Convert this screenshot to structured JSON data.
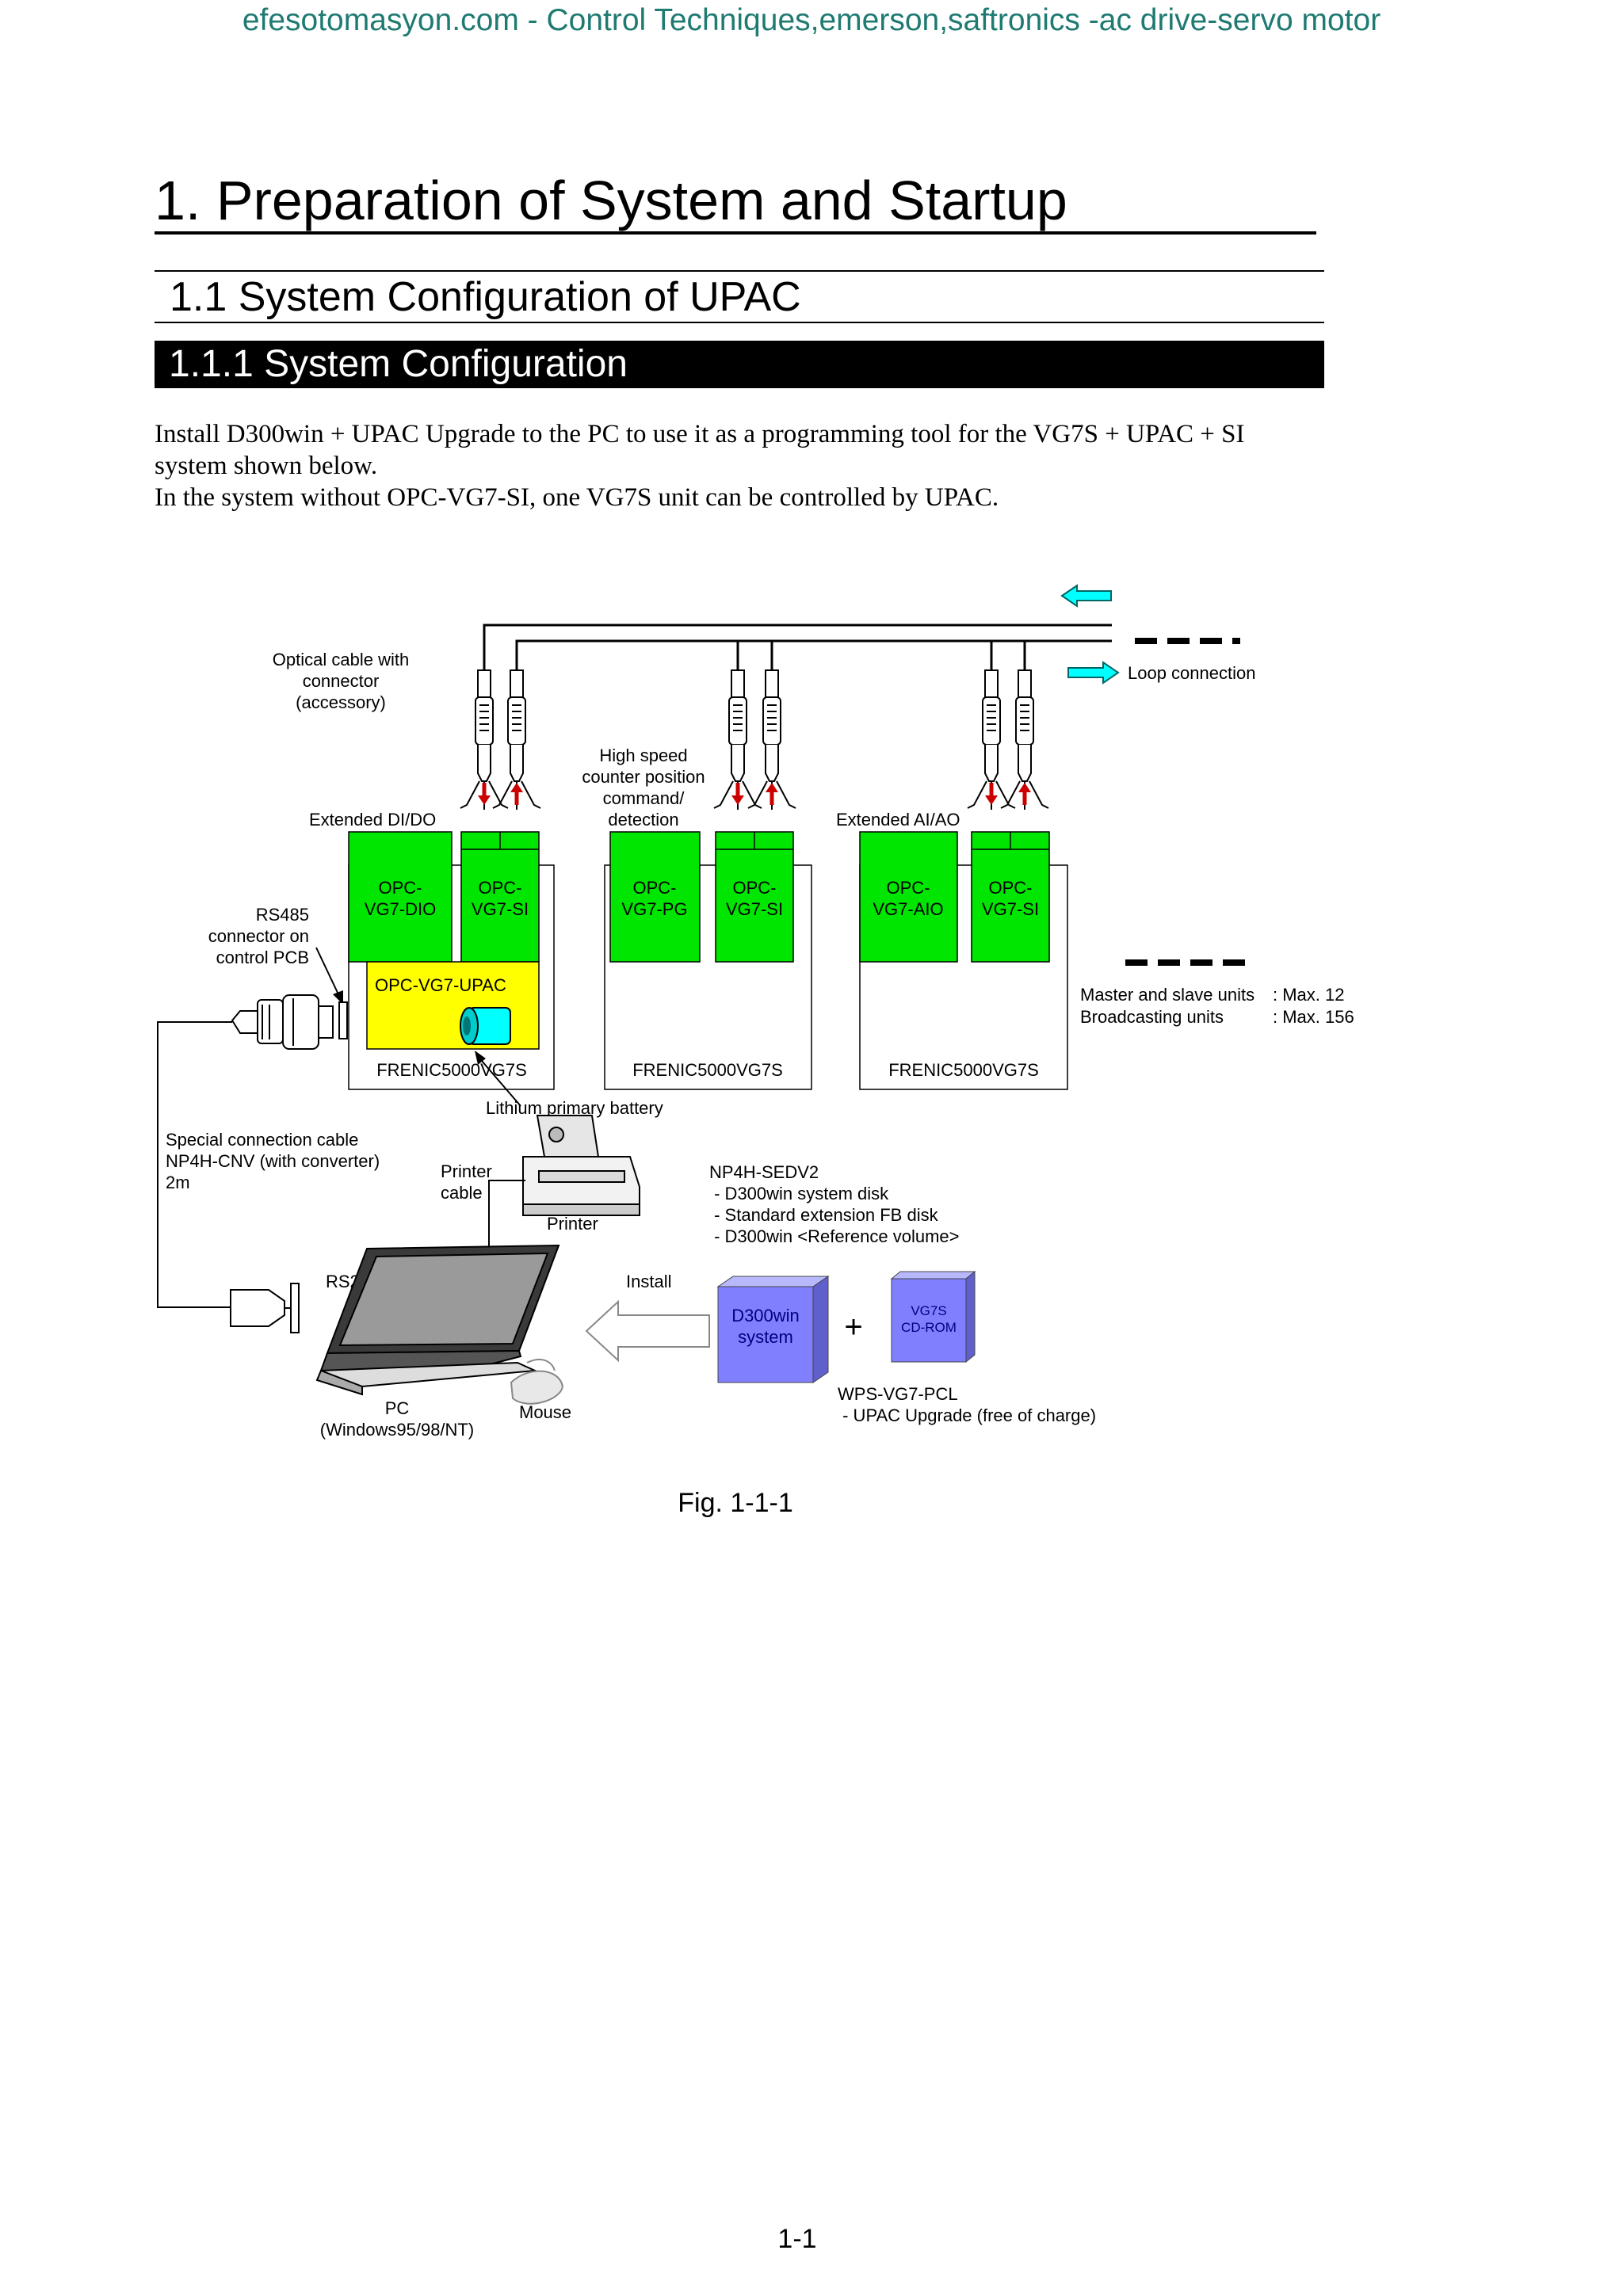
{
  "header": {
    "watermark": "efesotomasyon.com - Control Techniques,emerson,saftronics -ac drive-servo motor"
  },
  "chapter": {
    "title": "1. Preparation of System and Startup"
  },
  "section": {
    "title": "1.1  System Configuration of UPAC"
  },
  "subsection": {
    "title": "1.1.1  System Configuration"
  },
  "body": {
    "line1": "Install D300win + UPAC Upgrade to the PC to use it as a programming tool for the VG7S + UPAC + SI",
    "line2": "system shown below.",
    "line3": "In the system without OPC-VG7-SI, one VG7S unit can be controlled by UPAC."
  },
  "figure": {
    "optical_cable": [
      "Optical cable with",
      "connector",
      "(accessory)"
    ],
    "high_speed": [
      "High speed",
      "counter position",
      "command/",
      "detection"
    ],
    "extended_dido": "Extended DI/DO",
    "extended_aiao": "Extended AI/AO",
    "loop_connection": "Loop connection",
    "rs485": [
      "RS485",
      "connector on",
      "control PCB"
    ],
    "cards": {
      "dio": [
        "OPC-",
        "VG7-DIO"
      ],
      "si1": [
        "OPC-",
        "VG7-SI"
      ],
      "pg": [
        "OPC-",
        "VG7-PG"
      ],
      "si2": [
        "OPC-",
        "VG7-SI"
      ],
      "aio": [
        "OPC-",
        "VG7-AIO"
      ],
      "si3": [
        "OPC-",
        "VG7-SI"
      ]
    },
    "upac": "OPC-VG7-UPAC",
    "inverter1": "FRENIC5000VG7S",
    "inverter2": "FRENIC5000VG7S",
    "inverter3": "FRENIC5000VG7S",
    "master_slave_label": "Master and slave units",
    "master_slave_value": ": Max. 12",
    "broadcasting_label": "Broadcasting units",
    "broadcasting_value": ": Max. 156",
    "battery": "Lithium primary battery",
    "special_cable": [
      "Special connection cable",
      "NP4H-CNV (with converter)",
      "2m"
    ],
    "printer_cable": [
      "Printer",
      "cable"
    ],
    "printer": "Printer",
    "np4h": [
      "NP4H-SEDV2",
      " - D300win system disk",
      " - Standard extension FB disk",
      " - D300win <Reference volume>"
    ],
    "rs232c": "RS232c",
    "install": "Install",
    "d300win_box": [
      "D300win",
      "system"
    ],
    "plus": "+",
    "cdrom": [
      "VG7S",
      "CD-ROM"
    ],
    "pc": [
      "PC",
      "(Windows95/98/NT)"
    ],
    "mouse": "Mouse",
    "wps": [
      "WPS-VG7-PCL",
      " - UPAC Upgrade (free of charge)"
    ]
  },
  "caption": "Fig. 1-1-1",
  "page_number": "1-1",
  "colors": {
    "watermark": "#1f7a72",
    "option_card": "#00e600",
    "upac_card": "#ffff00",
    "battery": "#00ffff",
    "software_box": "#8080ff",
    "arrow_red": "#cc0000"
  }
}
